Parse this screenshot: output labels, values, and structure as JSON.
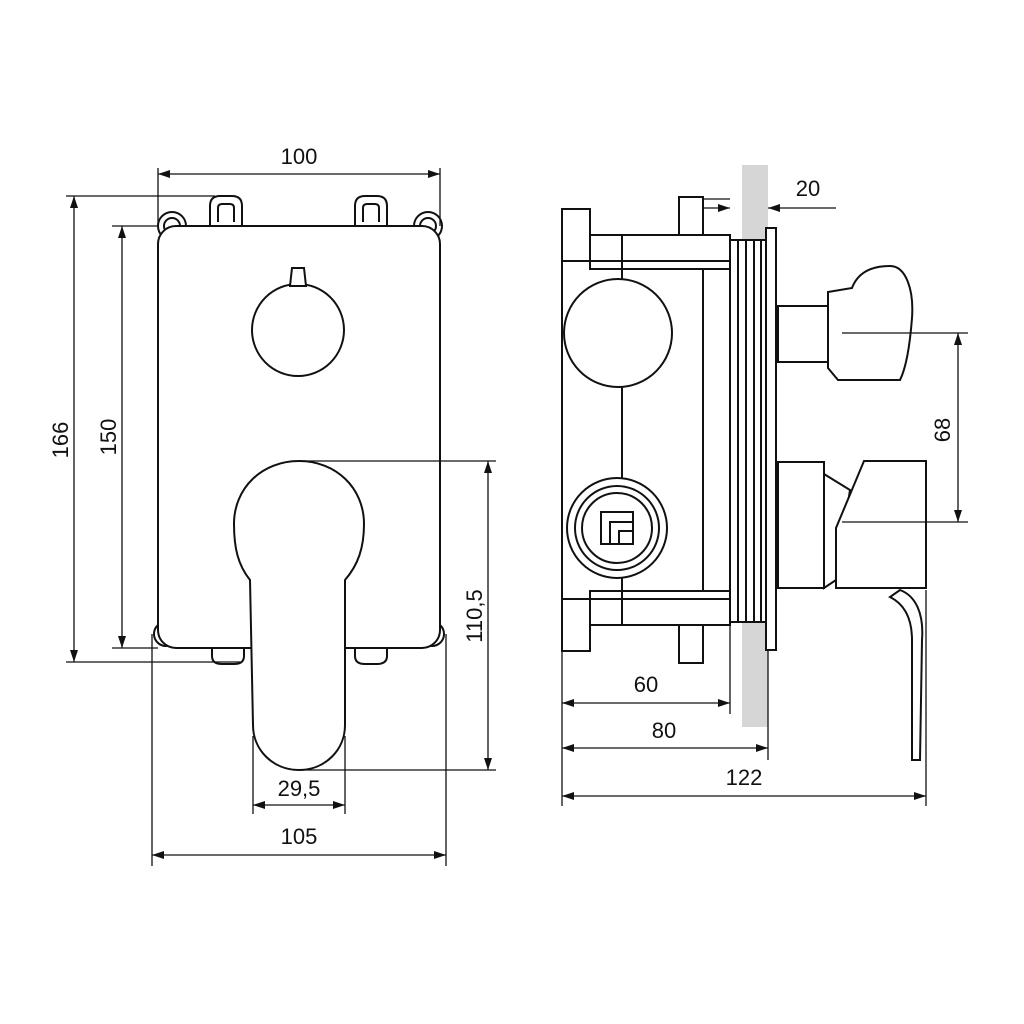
{
  "dimensions": {
    "front_top_width": "100",
    "front_outer_height": "166",
    "front_plate_height": "150",
    "lever_height": "110,5",
    "lever_width": "29,5",
    "front_bottom_width": "105",
    "side_wall_thickness": "20",
    "side_handle_spacing": "68",
    "side_box_depth": "60",
    "side_depth_to_wall": "80",
    "side_total_depth": "122"
  }
}
